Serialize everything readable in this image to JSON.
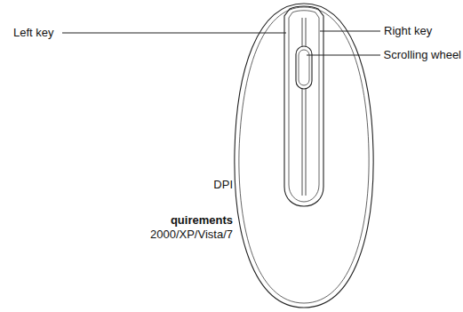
{
  "diagram": {
    "labels": [
      "Left key",
      "Right key",
      "Scrolling wheel",
      "DPI",
      "quirements",
      "2000/XP/Vista/7"
    ]
  }
}
